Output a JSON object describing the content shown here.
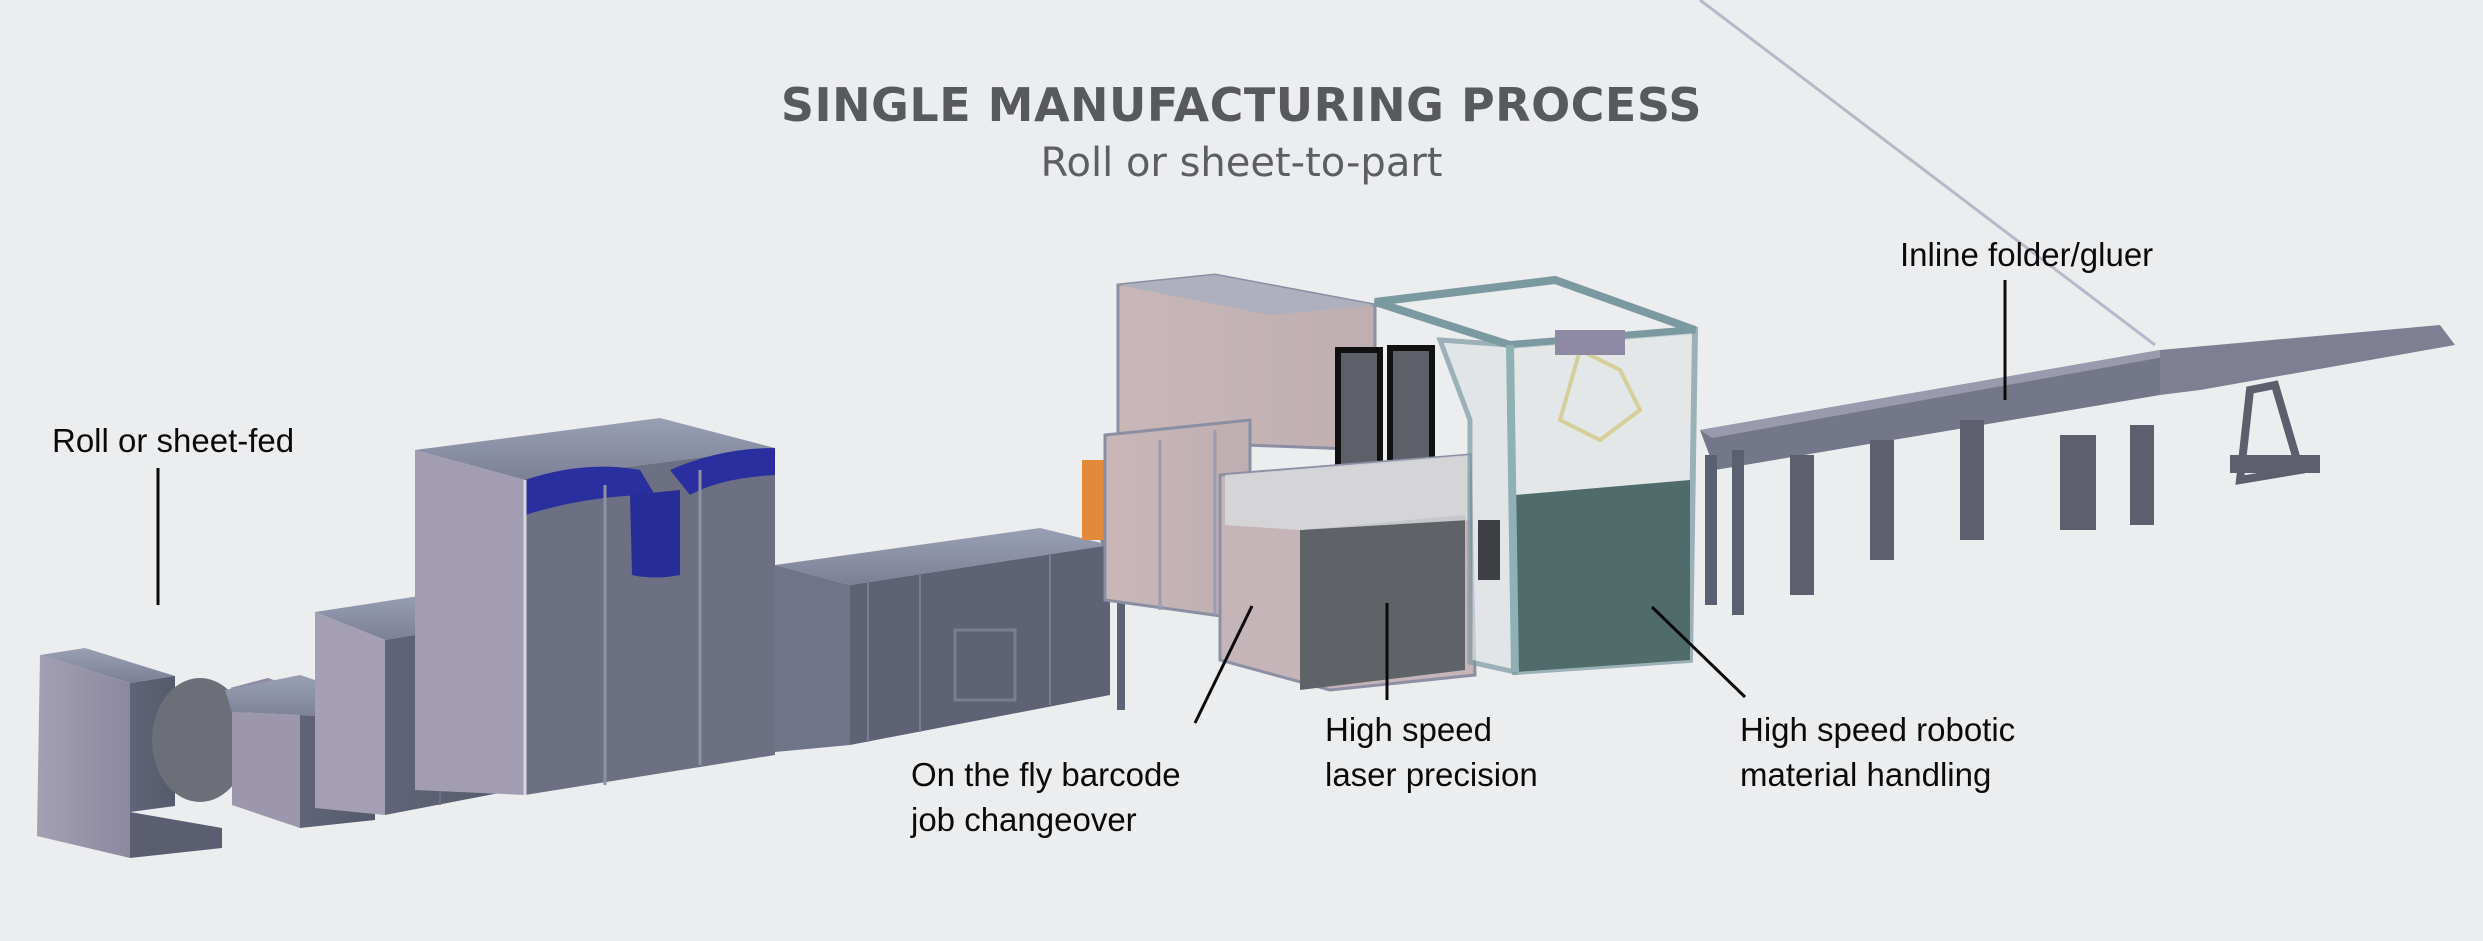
{
  "header": {
    "title": "SINGLE MANUFACTURING PROCESS",
    "subtitle": "Roll or sheet-to-part"
  },
  "callouts": [
    {
      "id": "roll-feed",
      "lines": [
        "Roll or sheet-fed"
      ]
    },
    {
      "id": "barcode",
      "lines": [
        "On the fly barcode",
        "job changeover"
      ]
    },
    {
      "id": "laser",
      "lines": [
        "High speed",
        "laser precision"
      ]
    },
    {
      "id": "robotic",
      "lines": [
        "High speed robotic",
        "material handling"
      ]
    },
    {
      "id": "folder",
      "lines": [
        "Inline folder/gluer"
      ]
    }
  ],
  "colors": {
    "background": "#ecedef",
    "title": "#58595b",
    "machine_body": "#8d8ca3",
    "machine_dark": "#5b5f70",
    "accent_blue": "#2a2fa0",
    "laser_panel": "#c8b6b6",
    "robot_cell": "#4f6b6a",
    "orange_panel": "#e08a3a"
  }
}
